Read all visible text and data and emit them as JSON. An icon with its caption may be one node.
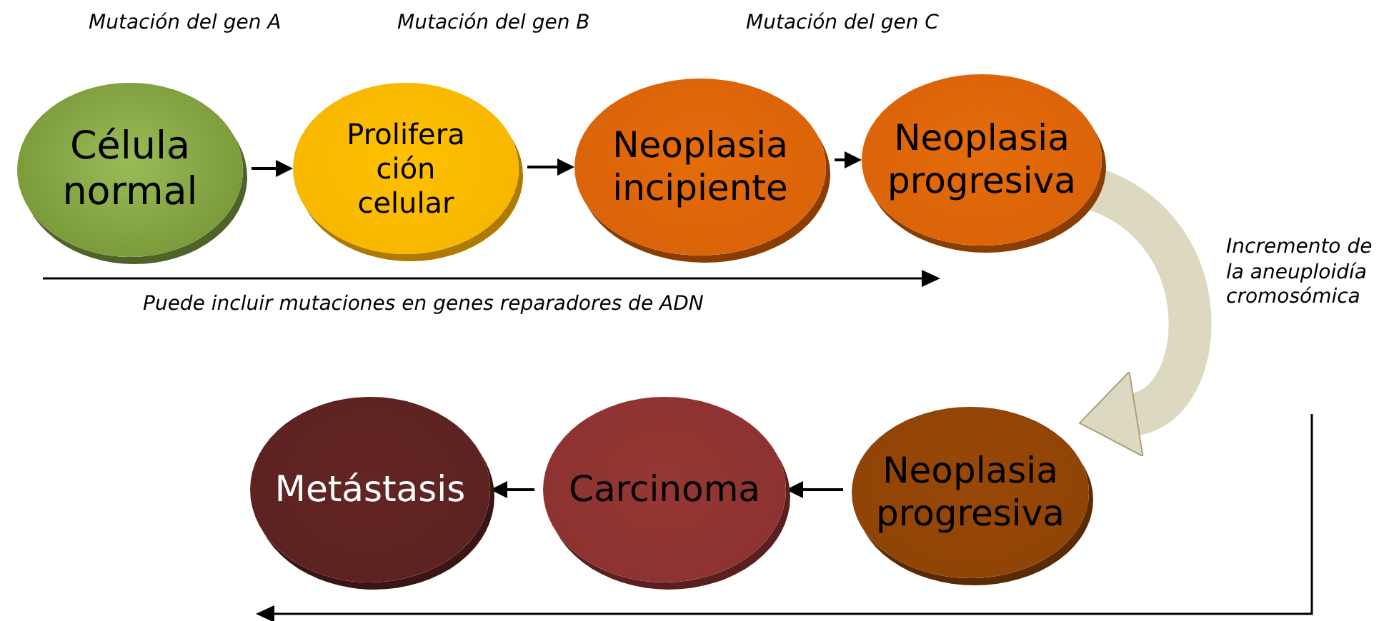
{
  "diagram": {
    "nodes": [
      {
        "text": [
          "Célula normal"
        ]
      },
      {
        "text": [
          "Prolifera ción celular"
        ]
      },
      {
        "text": [
          "Neoplasia incipiente"
        ]
      },
      {
        "text": [
          "Neoplasia progresiva"
        ]
      },
      {
        "text": [
          "Neoplasia progresiva"
        ]
      },
      {
        "text": [
          "Carcinoma"
        ]
      },
      {
        "text": [
          "Metástasis"
        ]
      }
    ],
    "edges": [
      {
        "from": 0,
        "to": 1,
        "arrow": "to"
      },
      {
        "from": 1,
        "to": 2,
        "arrow": "to"
      },
      {
        "from": 2,
        "to": 3,
        "arrow": "to"
      },
      {
        "from": 3,
        "to": 4,
        "arrow": "to",
        "style": "thick",
        "color": "#ddd8c0"
      },
      {
        "from": 4,
        "to": 5,
        "arrow": "to"
      },
      {
        "from": 5,
        "to": 6,
        "arrow": "to"
      }
    ],
    "labels": [
      "Mutación del gen A",
      "Mutación del gen B",
      "Mutación del gen C",
      "Puede incluir mutaciones en genes reparadores de ADN",
      "Incremento de la aneuploidía cromosómica"
    ]
  }
}
